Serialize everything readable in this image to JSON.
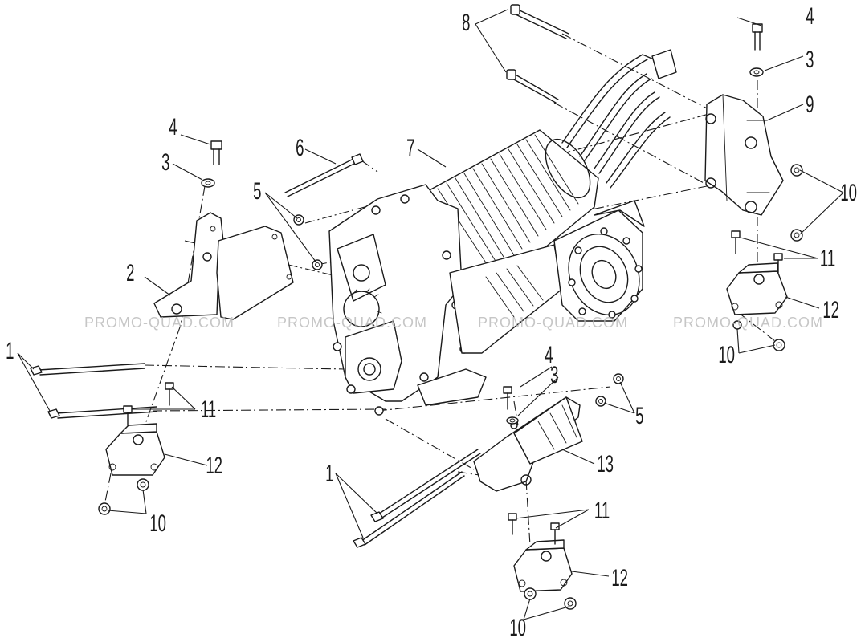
{
  "labels": {
    "bolt_long": "1",
    "bracket_left": "2",
    "washer": "3",
    "bolt_short": "4",
    "nut_small": "5",
    "bolt_single": "6",
    "motor_assembly": "7",
    "bolt_top": "8",
    "bracket_right": "9",
    "nut_flange": "10",
    "bolt_mount": "11",
    "rubber_mount": "12",
    "bracket_front": "13"
  },
  "watermark": "PROMO-QUAD.COM",
  "colors": {
    "line": "#1a1a1a",
    "watermark": "#b4b4b4"
  }
}
